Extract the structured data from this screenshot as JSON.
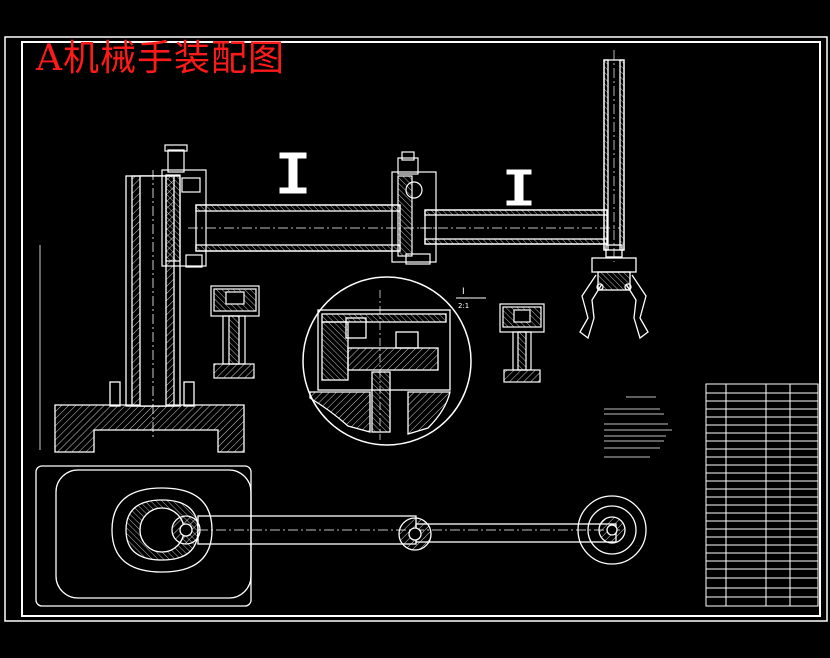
{
  "drawing": {
    "title": "A机械手装配图",
    "section_mark": "I",
    "section_scale": "2:1"
  },
  "colors": {
    "background": "#000000",
    "line": "#ffffff",
    "title": "#ff1a1a"
  }
}
